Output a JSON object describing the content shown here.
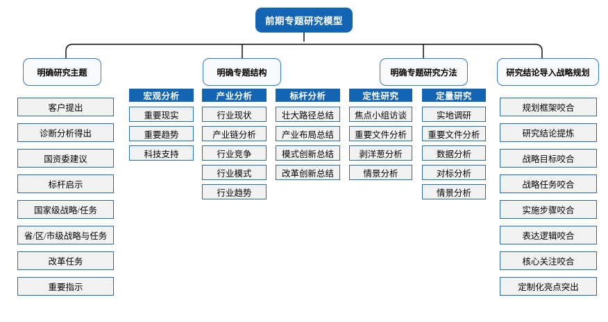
{
  "diagram": {
    "title": "前期专题研究模型",
    "accent_color": "#1464b4",
    "leaf_fill": "#f2f2f2",
    "leaf_border": "#2268ad",
    "connector_color": "#000000"
  },
  "branches": [
    {
      "label": "明确研究主题"
    },
    {
      "label": "明确专题结构"
    },
    {
      "label": "明确专题研究方法"
    },
    {
      "label": "研究结论导入战略规划"
    }
  ],
  "columns": {
    "topic": {
      "items": [
        "客户提出",
        "诊断分析得出",
        "国资委建议",
        "标杆启示",
        "国家级战略/任务",
        "省/区/市级战略与任务",
        "改革任务",
        "重要指示"
      ]
    },
    "macro": {
      "header": "宏观分析",
      "items": [
        "重要现实",
        "重要趋势",
        "科技支持"
      ]
    },
    "industry": {
      "header": "产业分析",
      "items": [
        "行业现状",
        "产业链分析",
        "行业竞争",
        "行业模式",
        "行业趋势"
      ]
    },
    "benchmark": {
      "header": "标杆分析",
      "items": [
        "壮大路径总结",
        "产业布局总结",
        "模式创新总结",
        "改革创新总结"
      ]
    },
    "qualitative": {
      "header": "定性研究",
      "items": [
        "焦点小组访谈",
        "重要文件分析",
        "剥洋葱分析",
        "情景分析"
      ]
    },
    "quantitative": {
      "header": "定量研究",
      "items": [
        "实地调研",
        "重要文件分析",
        "数据分析",
        "对标分析",
        "情景分析"
      ]
    },
    "strategy": {
      "items": [
        "规划框架咬合",
        "研究结论提炼",
        "战略目标咬合",
        "战略任务咬合",
        "实施步骤咬合",
        "表达逻辑咬合",
        "核心关注咬合",
        "定制化亮点突出"
      ]
    }
  }
}
